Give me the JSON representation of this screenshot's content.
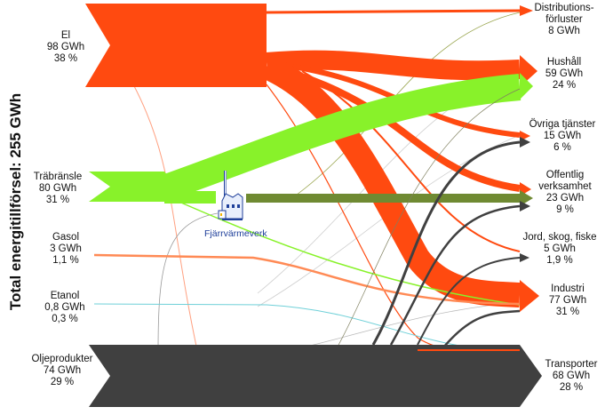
{
  "title": "Total energitillförsel: 255 GWh",
  "plant_label": "Fjärrvärmeverk",
  "colors": {
    "el": "#ff4a10",
    "trabransle": "#88f22a",
    "fjarrvarme": "#6f8a32",
    "gasol": "#ff8a55",
    "etanol": "#6fd0d8",
    "olja": "#404040",
    "plant": "#1f3f9a"
  },
  "sources": [
    {
      "name": "El",
      "value": "98 GWh",
      "share": "38 %"
    },
    {
      "name": "Träbränsle",
      "value": "80 GWh",
      "share": "31 %"
    },
    {
      "name": "Gasol",
      "value": "3 GWh",
      "share": "1,1 %"
    },
    {
      "name": "Etanol",
      "value": "0,8 GWh",
      "share": "0,3 %"
    },
    {
      "name": "Oljeprodukter",
      "value": "74 GWh",
      "share": "29 %"
    }
  ],
  "targets": [
    {
      "name_lines": [
        "Distributions-",
        "förluster"
      ],
      "value": "8 GWh",
      "share": ""
    },
    {
      "name_lines": [
        "Hushåll"
      ],
      "value": "59 GWh",
      "share": "24 %"
    },
    {
      "name_lines": [
        "Övriga tjänster"
      ],
      "value": "15 GWh",
      "share": "6 %"
    },
    {
      "name_lines": [
        "Offentlig",
        "verksamhet"
      ],
      "value": "23 GWh",
      "share": "9 %"
    },
    {
      "name_lines": [
        "Jord, skog, fiske"
      ],
      "value": "5 GWh",
      "share": "1,9 %"
    },
    {
      "name_lines": [
        "Industri"
      ],
      "value": "77 GWh",
      "share": "31 %"
    },
    {
      "name_lines": [
        "Transporter"
      ],
      "value": "68  GWh",
      "share": "28 %"
    }
  ]
}
